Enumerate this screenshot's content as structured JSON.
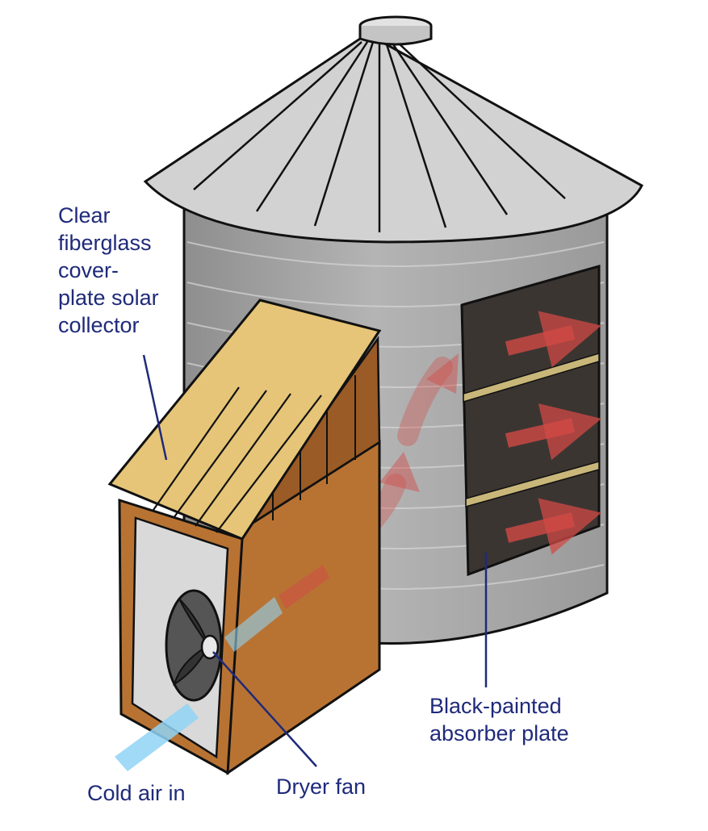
{
  "labels": {
    "collector": "Clear\nfiberglass\ncover-\nplate solar\ncollector",
    "absorber": "Black-painted\nabsorber plate",
    "cold_air": "Cold air in",
    "fan": "Dryer fan"
  },
  "colors": {
    "label_text": "#1f2a7a",
    "leader_line": "#1f2a7a",
    "outline": "#111111",
    "roof": "#d2d2d2",
    "roof_dark": "#a8a8a8",
    "bin_wall": "#a9a9a9",
    "bin_wall_light": "#cfcfcf",
    "absorber_panel": "#3b3532",
    "absorber_strip": "#c9b77a",
    "collector_top": "#e6c578",
    "collector_wood": "#b87333",
    "collector_wood_dark": "#8e5423",
    "fan_window": "#d9d9d9",
    "fan_body": "#555555",
    "cold_air": "#8fd3f4",
    "warm_air": "#d24a45"
  },
  "icons": {
    "fan": "fan-icon",
    "warm_air_arrow": "arrow-right-icon"
  }
}
